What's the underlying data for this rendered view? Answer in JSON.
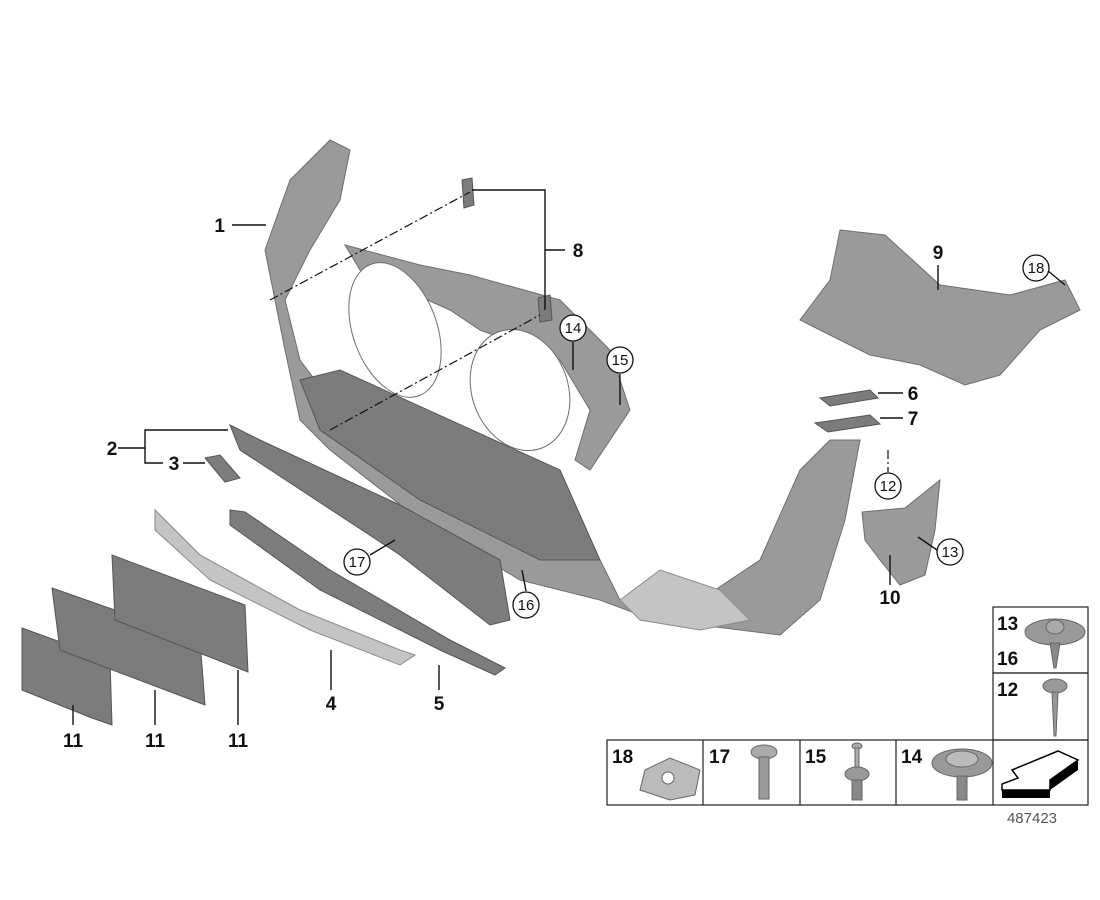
{
  "diagram": {
    "title_ref": "487423",
    "callouts": {
      "c1": "1",
      "c2": "2",
      "c3": "3",
      "c4": "4",
      "c5": "5",
      "c6": "6",
      "c7": "7",
      "c8": "8",
      "c9": "9",
      "c10": "10",
      "c11a": "11",
      "c11b": "11",
      "c11c": "11",
      "c12": "12",
      "c13": "13",
      "c14": "14",
      "c15": "15",
      "c16": "16",
      "c17": "17",
      "c18": "18"
    },
    "hardware_table": {
      "cells": [
        {
          "labels": [
            "13",
            "16"
          ],
          "icon": "plastic-rivet-icon"
        },
        {
          "labels": [
            "12"
          ],
          "icon": "screw-icon"
        },
        {
          "labels": [
            "18"
          ],
          "icon": "clip-nut-icon"
        },
        {
          "labels": [
            "17"
          ],
          "icon": "torx-bolt-icon"
        },
        {
          "labels": [
            "15"
          ],
          "icon": "expanding-rivet-icon"
        },
        {
          "labels": [
            "14"
          ],
          "icon": "collar-screw-icon"
        },
        {
          "labels": [],
          "icon": "direction-arrow-icon"
        }
      ]
    }
  }
}
